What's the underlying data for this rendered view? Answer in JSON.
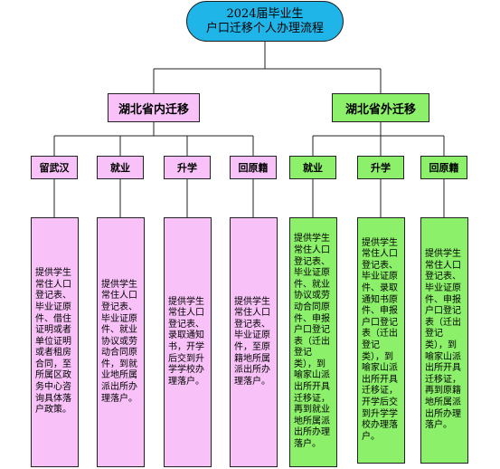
{
  "title": {
    "line1": "2024届毕业生",
    "line2": "户口迁移个人办理流程"
  },
  "branches": {
    "hubei_in": {
      "label": "湖北省内迁移",
      "children": [
        {
          "label": "留武汉",
          "detail": "提供学生常住人口登记表、毕业证原件、借住证明或者单位证明或者租房合同，至所属区政务中心咨询具体落户政策。"
        },
        {
          "label": "就业",
          "detail": "提供学生常住人口登记表、毕业证原件、就业协议或劳动合同原件，到就业地所属派出所办理落户。"
        },
        {
          "label": "升学",
          "detail": "提供学生常住人口登记表、录取通知书，开学后交到升学学校办理落户。"
        },
        {
          "label": "回原籍",
          "detail": "提供学生常住人口登记表、毕业证原件，至原籍地所属派出所办理落户。"
        }
      ]
    },
    "hubei_out": {
      "label": "湖北省外迁移",
      "children": [
        {
          "label": "就业",
          "detail": "提供学生常住人口登记表、毕业证原件、就业协议或劳动合同原件、申报户口登记表（迁出登记类），到喻家山派出所开具迁移证，再到就业地所属派出所办理落户。"
        },
        {
          "label": "升学",
          "detail": "提供学生常住人口登记表、毕业证原件、录取通知书原件、申报户口登记表（迁出登记类），到喻家山派出所开具迁移证，开学后交到升学学校办理落户。"
        },
        {
          "label": "回原籍",
          "detail": "提供学生常住人口登记表、毕业证原件、申报户口登记表（迁出登记类），到喻家山派出所开具迁移证，再到原籍地所属派出所办理落户。"
        }
      ]
    }
  }
}
